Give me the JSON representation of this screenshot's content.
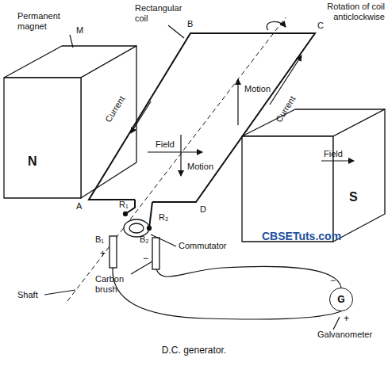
{
  "diagram": {
    "caption": "D.C. generator.",
    "nodes": [
      {
        "text": [
          "G"
        ]
      }
    ],
    "labels": [
      "Permanent magnet",
      "M",
      "Rectangular coil",
      "B",
      "C",
      "Rotation of coil anticlockwise",
      "Motion",
      "Motion",
      "Current",
      "Current",
      "Field",
      "Field",
      "N",
      "S",
      "A",
      "D",
      "R₁",
      "R₂",
      "B₁",
      "+",
      "B₂",
      "−",
      "Commutator",
      "Carbon brush",
      "Shaft",
      "−",
      "+",
      "Galvanometer",
      "CBSETuts.com"
    ]
  }
}
